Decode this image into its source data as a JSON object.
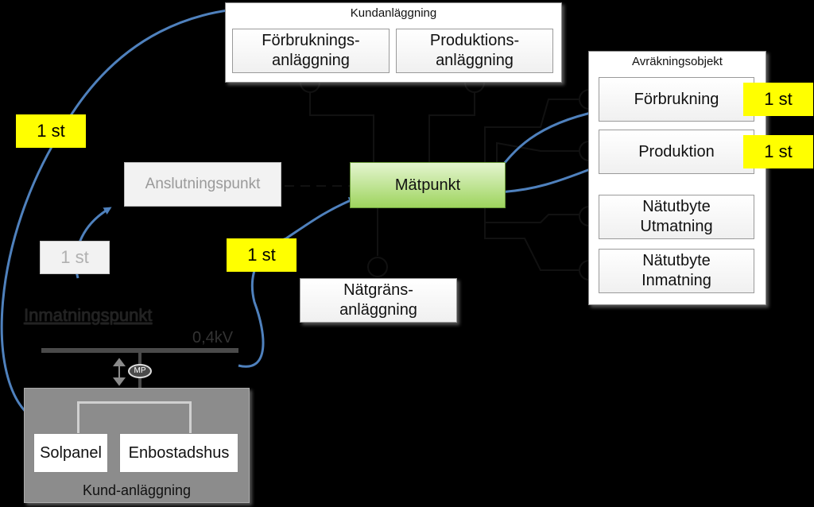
{
  "kundanlaggning": {
    "title": "Kundanläggning",
    "forbrukning": "Förbruknings-\nanläggning",
    "produktion": "Produktions-\nanläggning"
  },
  "avrakningsobjekt": {
    "title": "Avräkningsobjekt",
    "forbrukning": "Förbrukning",
    "produktion": "Produktion",
    "utmatning": "Nätutbyte\nUtmatning",
    "inmatning": "Nätutbyte\nInmatning"
  },
  "anslutningspunkt": "Anslutningspunkt",
  "matpunkt": "Mätpunkt",
  "natgrans": "Nätgräns-\nanläggning",
  "inmatningspunkt": "Inmatningspunkt",
  "voltage": "0,4kV",
  "mp": "MP",
  "kund": {
    "title": "Kund-anläggning",
    "solpanel": "Solpanel",
    "enbostadshus": "Enbostadshus"
  },
  "counts": {
    "left": "1 st",
    "grey": "1 st",
    "mid": "1 st",
    "forbrukning": "1 st",
    "produktion": "1 st"
  },
  "colors": {
    "arrow": "#4f81bd",
    "yellow": "#ffff00",
    "matpunkt_green": "#92d050"
  }
}
